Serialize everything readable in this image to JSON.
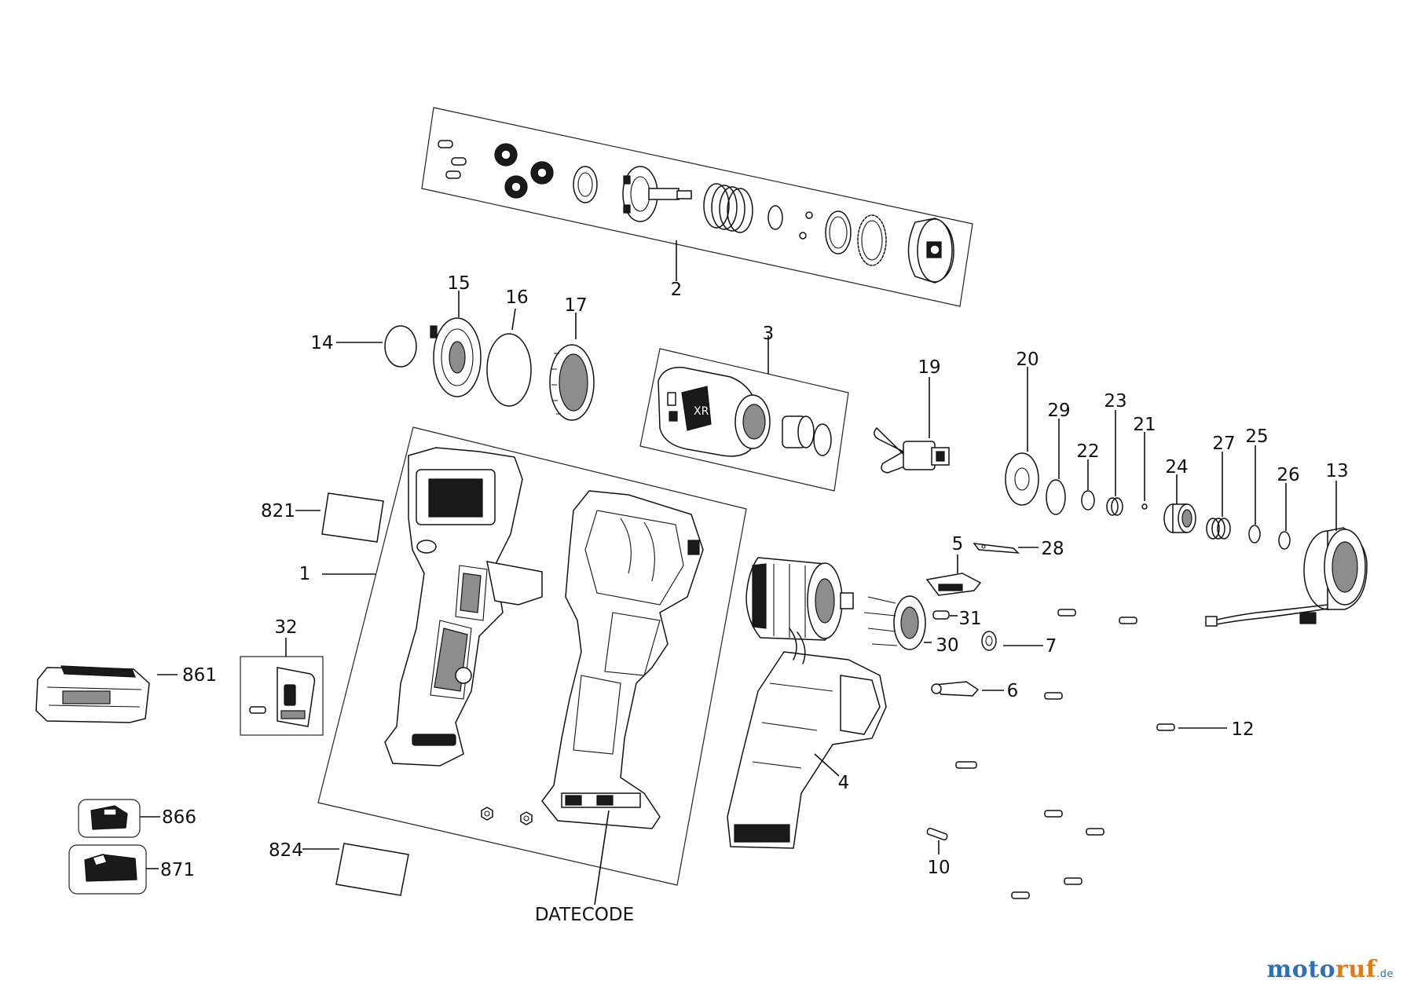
{
  "callouts": {
    "p1": "1",
    "p2": "2",
    "p3": "3",
    "p4": "4",
    "p5": "5",
    "p6": "6",
    "p7": "7",
    "p10": "10",
    "p12": "12",
    "p13": "13",
    "p14": "14",
    "p15": "15",
    "p16": "16",
    "p17": "17",
    "p19": "19",
    "p20": "20",
    "p21": "21",
    "p22": "22",
    "p23": "23",
    "p24": "24",
    "p25": "25",
    "p26": "26",
    "p27": "27",
    "p28": "28",
    "p29": "29",
    "p30": "30",
    "p31": "31",
    "p32": "32",
    "p821": "821",
    "p824": "824",
    "p861": "861",
    "p866": "866",
    "p871": "871",
    "datecode": "DATECODE"
  },
  "watermark": {
    "part1": "moto",
    "part2": "ruf",
    "suffix": ".de"
  },
  "colors": {
    "brand_blue": "#2f6fb5",
    "brand_orange": "#e07b16",
    "line": "#111111"
  }
}
